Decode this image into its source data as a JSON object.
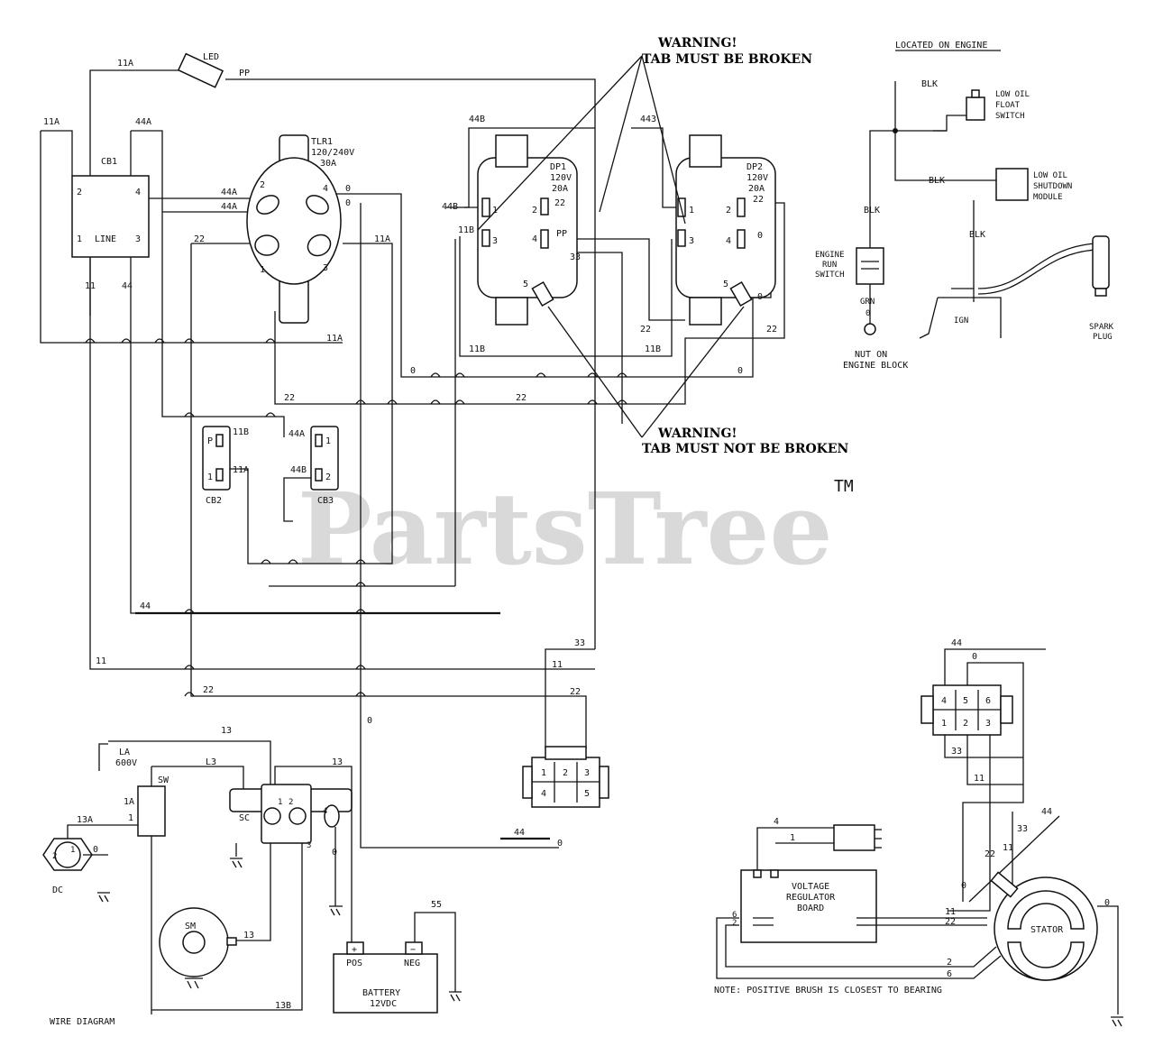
{
  "watermark": {
    "text": "PartsTree",
    "tm": "TM"
  },
  "warnings": {
    "top_title": "WARNING!",
    "top_sub": "TAB MUST BE BROKEN",
    "bottom_title": "WARNING!",
    "bottom_sub": "TAB MUST NOT BE BROKEN"
  },
  "engine": {
    "located": "LOCATED ON ENGINE",
    "blk": "BLK",
    "float_1": "LOW OIL",
    "float_2": "FLOAT",
    "float_3": "SWITCH",
    "shut_1": "LOW OIL",
    "shut_2": "SHUTDOWN",
    "shut_3": "MODULE",
    "run_1": "ENGINE",
    "run_2": "RUN",
    "run_3": "SWITCH",
    "grn": "GRN",
    "zero": "0",
    "nut_1": "NUT ON",
    "nut_2": "ENGINE BLOCK",
    "ign": "IGN",
    "spark_1": "SPARK",
    "spark_2": "PLUG"
  },
  "components": {
    "led": "LED",
    "cb1": "CB1",
    "line": "LINE",
    "tlr_1": "TLR1",
    "tlr_2": "120/240V",
    "tlr_3": "30A",
    "dp1": "DP1",
    "dp2": "DP2",
    "v120": "120V",
    "a20": "20A",
    "cb2": "CB2",
    "cb3": "CB3",
    "dc": "DC",
    "la_1": "LA",
    "la_2": "600V",
    "sw": "SW",
    "sc": "SC",
    "sm": "SM",
    "pos": "POS",
    "neg": "NEG",
    "battery_1": "BATTERY",
    "battery_2": "12VDC",
    "vrb_1": "VOLTAGE",
    "vrb_2": "REGULATOR",
    "vrb_3": "BOARD",
    "stator": "STATOR"
  },
  "wires": {
    "w11": "11",
    "w11a": "11A",
    "w11b": "11B",
    "w13": "13",
    "w13a": "13A",
    "w13b": "13B",
    "w22": "22",
    "w33": "33",
    "w44": "44",
    "w44a": "44A",
    "w44b": "44B",
    "w443": "443",
    "w0": "0",
    "w55": "55",
    "w1a": "1A",
    "wpp": "PP",
    "w1": "1",
    "w2": "2",
    "w3": "3",
    "w4": "4",
    "w5": "5",
    "w6": "6",
    "wp": "P",
    "wl3": "L3"
  },
  "notes": {
    "brush": "NOTE: POSITIVE BRUSH IS CLOSEST TO BEARING",
    "title": "WIRE DIAGRAM"
  }
}
